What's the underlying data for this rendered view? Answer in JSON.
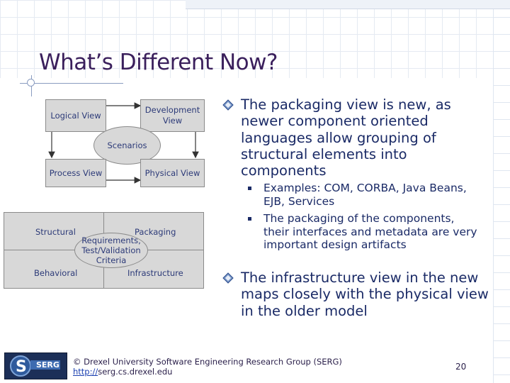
{
  "slide": {
    "title": "What’s Different Now?",
    "diagram1": {
      "logical_view": "Logical View",
      "development_view_line1": "Development",
      "development_view_line2": "View",
      "scenarios": "Scenarios",
      "process_view": "Process View",
      "physical_view": "Physical View"
    },
    "diagram2": {
      "structural": "Structural",
      "packaging": "Packaging",
      "behavioral": "Behavioral",
      "infrastructure": "Infrastructure",
      "center_line1": "Requirements,",
      "center_line2": "Test/Validation",
      "center_line3": "Criteria"
    },
    "bullets": [
      {
        "text": "The packaging view is new, as newer component oriented languages allow grouping of structural elements into components",
        "sub": [
          "Examples: COM, CORBA, Java Beans, EJB, Services",
          "The packaging of the components, their interfaces and metadata are very important design artifacts"
        ]
      },
      {
        "text": "The infrastructure view in the new maps closely with the physical view in the older model"
      }
    ],
    "footer": {
      "copyright": "© Drexel University Software Engineering Research Group (SERG)",
      "url_prefix": "http://",
      "url_rest": "serg.cs.drexel.edu",
      "page_number": "20",
      "logo_text": "SERG"
    },
    "colors": {
      "title": "#3a1f5c",
      "body_text": "#1a2a66",
      "diagram_fill": "#d8d8d8",
      "diagram_text": "#2c3a78",
      "logo_bg": "#1c2f58"
    }
  }
}
